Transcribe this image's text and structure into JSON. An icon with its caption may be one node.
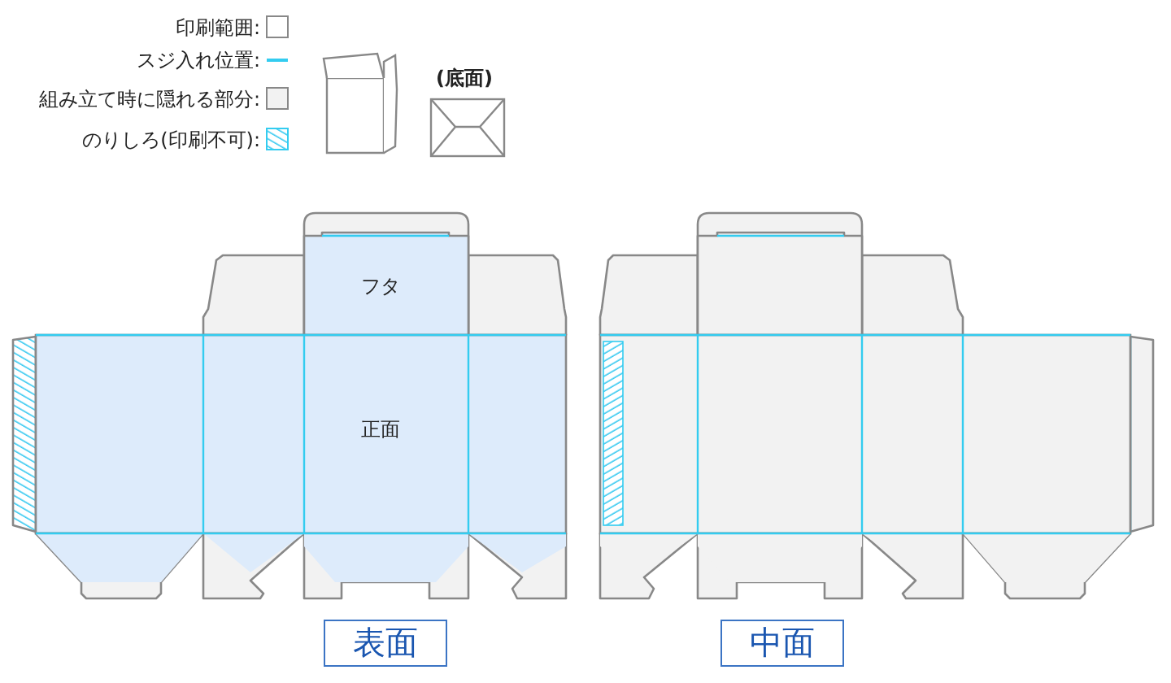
{
  "diagram": {
    "nodes": [
      {
        "text": [
          "表面"
        ]
      },
      {
        "text": [
          "中面"
        ]
      }
    ],
    "edges": [],
    "labels": [
      "(底面)",
      "フタ",
      "正面"
    ],
    "legend": [
      {
        "text": "印刷範囲:",
        "color": "#ffffff"
      },
      {
        "text": "スジ入れ位置:"
      },
      {
        "text": "組み立て時に隠れる部分:",
        "color": "#f2f2f2"
      },
      {
        "text": "のりしろ(印刷不可):"
      }
    ]
  }
}
